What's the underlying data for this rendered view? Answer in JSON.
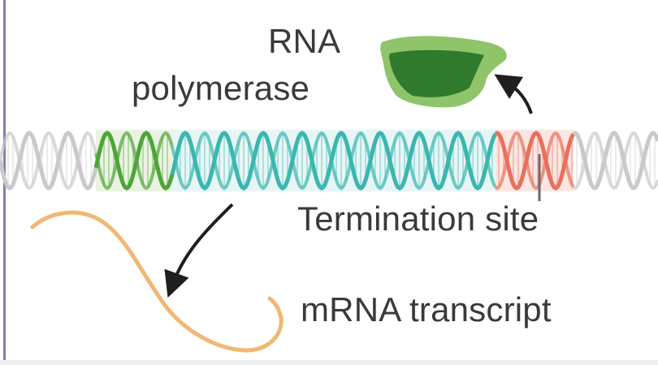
{
  "labels": {
    "rna_polymerase_line1": "RNA",
    "rna_polymerase_line2": "polymerase",
    "termination_site": "Termination site",
    "mrna_transcript": "mRNA transcript"
  },
  "colors": {
    "dna_gray": "#c9c9c9",
    "dna_green": "#4ea43a",
    "dna_teal": "#3bb6b0",
    "dna_red": "#e8705c",
    "polymerase_light": "#8fc46a",
    "polymerase_dark": "#2f7a2c",
    "mrna_orange": "#f0b872",
    "text": "#3a3a3a"
  }
}
